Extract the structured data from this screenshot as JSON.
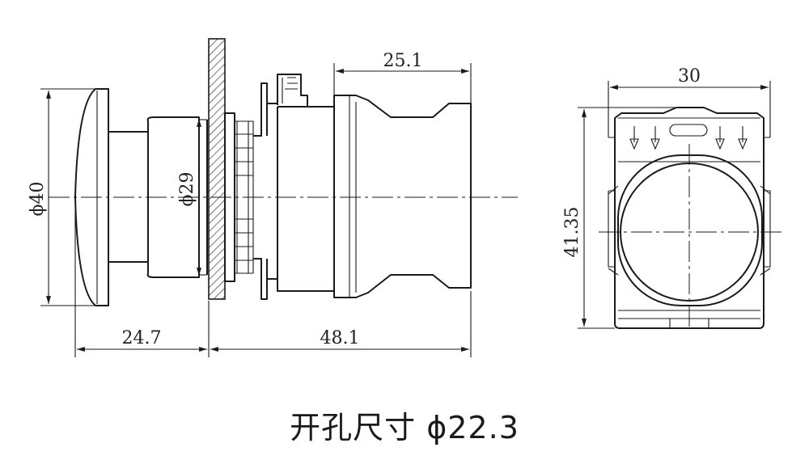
{
  "dimensions": {
    "head_diameter": "ϕ40",
    "body_diameter": "ϕ29",
    "head_length": "24.7",
    "body_length": "48.1",
    "rear_length": "25.1",
    "front_width": "30",
    "front_height": "41.35"
  },
  "caption": "开孔尺寸 ϕ22.3"
}
